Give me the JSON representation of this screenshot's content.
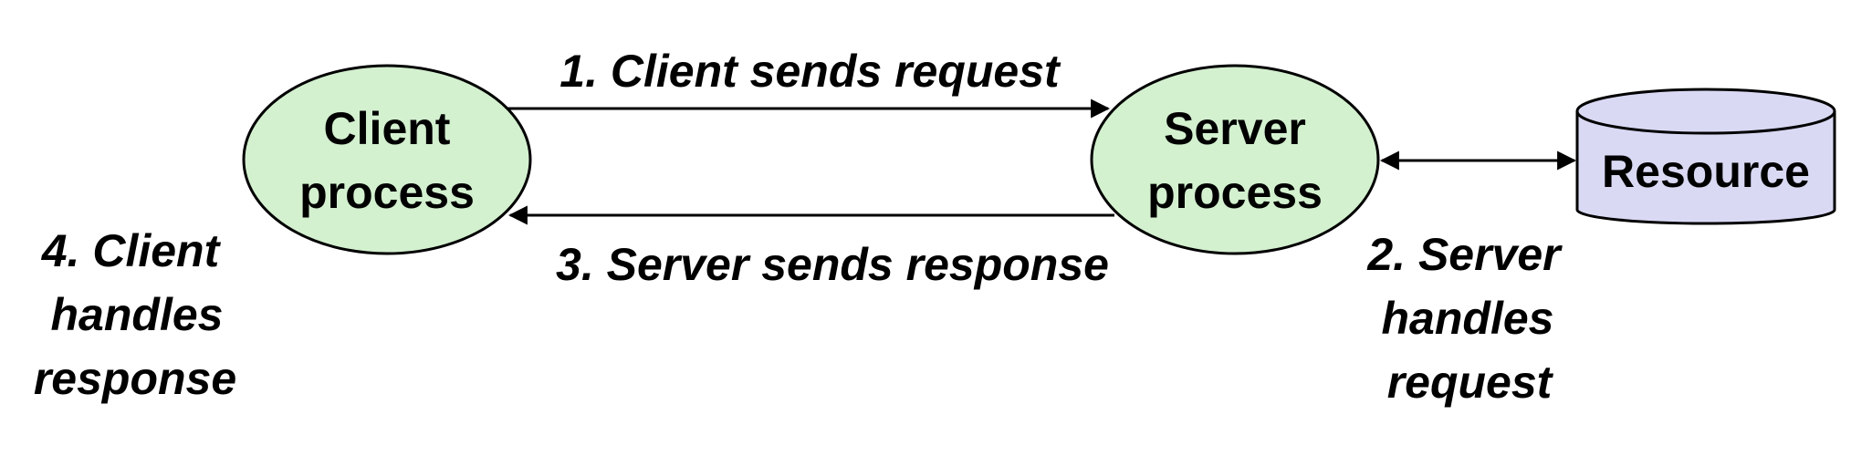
{
  "colors": {
    "process_fill": "#d3f0cf",
    "resource_fill": "#d9d9f4",
    "outline": "#000000",
    "text": "#000000"
  },
  "nodes": {
    "client": {
      "line1": "Client",
      "line2": "process"
    },
    "server": {
      "line1": "Server",
      "line2": "process"
    },
    "resource": {
      "label": "Resource"
    }
  },
  "steps": {
    "request": "1. Client sends request",
    "server_handles": {
      "line1": "2. Server",
      "line2": "handles",
      "line3": "request"
    },
    "response": "3. Server sends response",
    "client_handles": {
      "line1": "4. Client",
      "line2": "handles",
      "line3": "response"
    }
  }
}
